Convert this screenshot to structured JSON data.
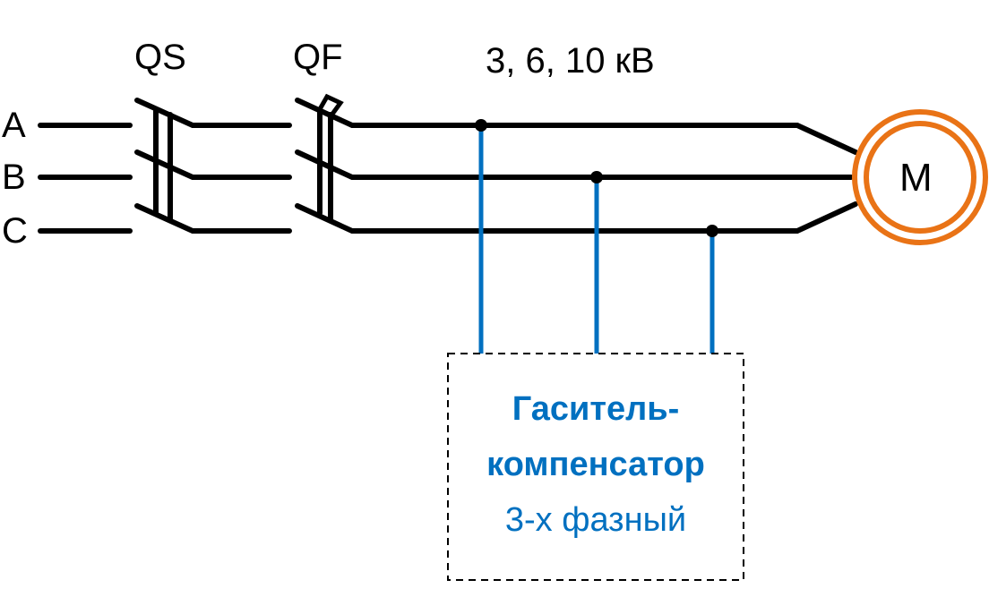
{
  "phases": [
    "A",
    "B",
    "C"
  ],
  "disconnector_label": "QS",
  "breaker_label": "QF",
  "voltage_label": "3, 6, 10 кВ",
  "motor_label": "M",
  "device": {
    "title_line1": "Гаситель-",
    "title_line2": "компенсатор",
    "subtitle": "3-х фазный"
  },
  "colors": {
    "line": "#000000",
    "tap": "#0070c0",
    "motor": "#e97316"
  }
}
